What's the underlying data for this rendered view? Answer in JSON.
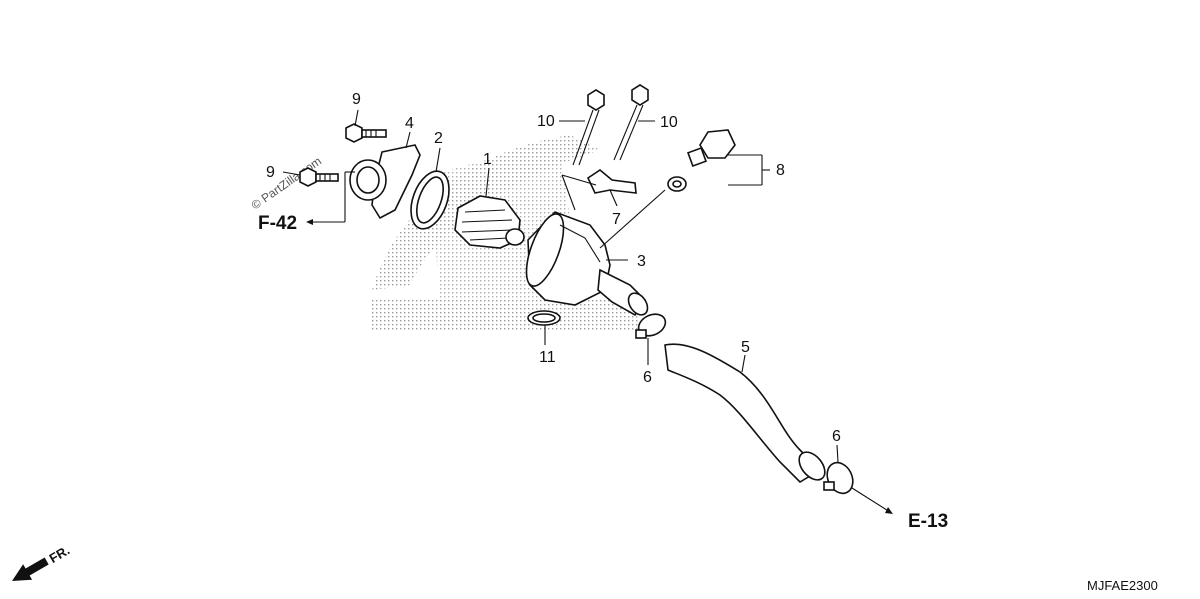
{
  "diagram": {
    "watermark": "© PartZilla.com",
    "code": "MJFAE2300",
    "direction": "FR.",
    "refs": {
      "f42": "F-42",
      "e13": "E-13"
    },
    "callouts": {
      "p1": "1",
      "p2": "2",
      "p3": "3",
      "p4": "4",
      "p5": "5",
      "p6a": "6",
      "p6b": "6",
      "p7": "7",
      "p8": "8",
      "p9a": "9",
      "p9b": "9",
      "p10a": "10",
      "p10b": "10",
      "p11": "11"
    }
  }
}
